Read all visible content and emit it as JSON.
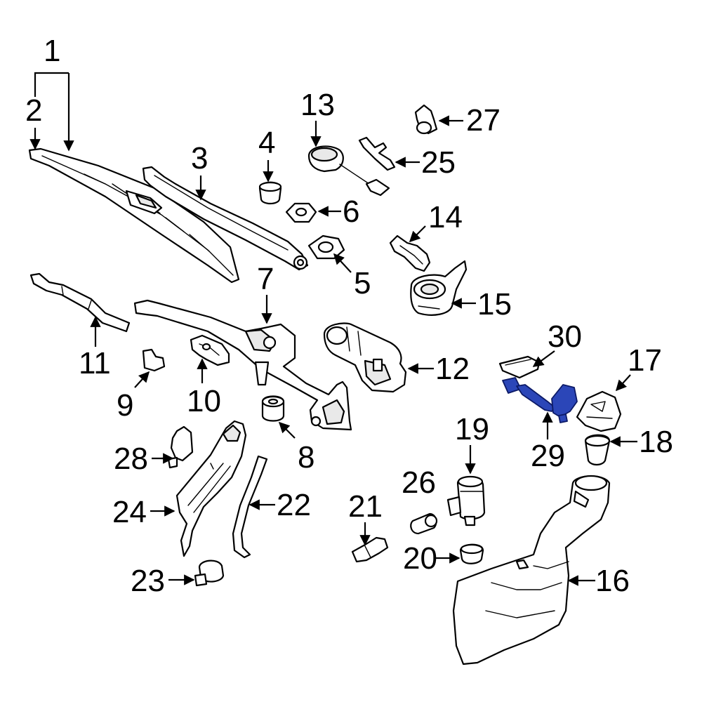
{
  "callouts": {
    "c1": "1",
    "c2": "2",
    "c3": "3",
    "c4": "4",
    "c5": "5",
    "c6": "6",
    "c7": "7",
    "c8": "8",
    "c9": "9",
    "c10": "10",
    "c11": "11",
    "c12": "12",
    "c13": "13",
    "c14": "14",
    "c15": "15",
    "c16": "16",
    "c17": "17",
    "c18": "18",
    "c19": "19",
    "c20": "20",
    "c21": "21",
    "c22": "22",
    "c23": "23",
    "c24": "24",
    "c25": "25",
    "c26": "26",
    "c27": "27",
    "c28": "28",
    "c29": "29",
    "c30": "30"
  },
  "colors": {
    "highlight": "#2b46b8",
    "line": "#000000",
    "background": "#ffffff"
  }
}
